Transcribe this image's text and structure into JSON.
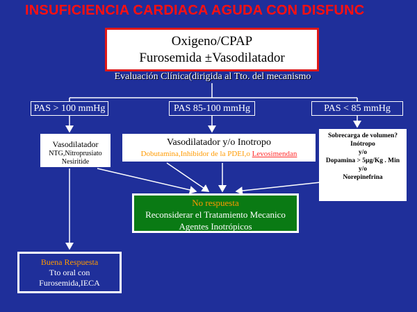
{
  "title": "INSUFICIENCIA CARDIACA AGUDA CON DISFUNC",
  "top_box": {
    "line1": "Oxigeno/CPAP",
    "line2": "Furosemida ±Vasodilatador"
  },
  "evaluation": "Evaluación Clínica(dirigida al Tto. del mecanismo",
  "pas": [
    "PAS  > 100 mmHg",
    "PAS  85-100 mmHg",
    "PAS < 85  mmHg"
  ],
  "left_box": {
    "heading": "Vasodilatador",
    "drugs": "NTG,Nitroprusiato",
    "drugs2": "Nesiritide"
  },
  "middle_box": {
    "heading": "Vasodilatador y/o Inotropo",
    "detail": "Dobutamina,Inhibidor  de la PDEI,o ",
    "detail_highlight": "Levosimendan"
  },
  "right_box": {
    "line1": "Sobrecarga de volumen?",
    "line2": "Inótropo",
    "line3": "y/o",
    "line4": "Dopamina > 5µg/Kg . Min",
    "line5": "y/o",
    "line6": "Norepinefrina"
  },
  "green_box": {
    "line1": "No respuesta",
    "line2": "Reconsiderar el Tratamiento Mecanico",
    "line3": "Agentes Inotrópicos"
  },
  "response_box": {
    "line1": "Buena Respuesta",
    "line2": "Tto oral con",
    "line3": "Furosemida,IECA"
  },
  "colors": {
    "background": "#1f2f9a",
    "title": "#ff1010",
    "top_border": "#e01818",
    "green": "#0a7a14",
    "orange": "#ff9a00"
  }
}
